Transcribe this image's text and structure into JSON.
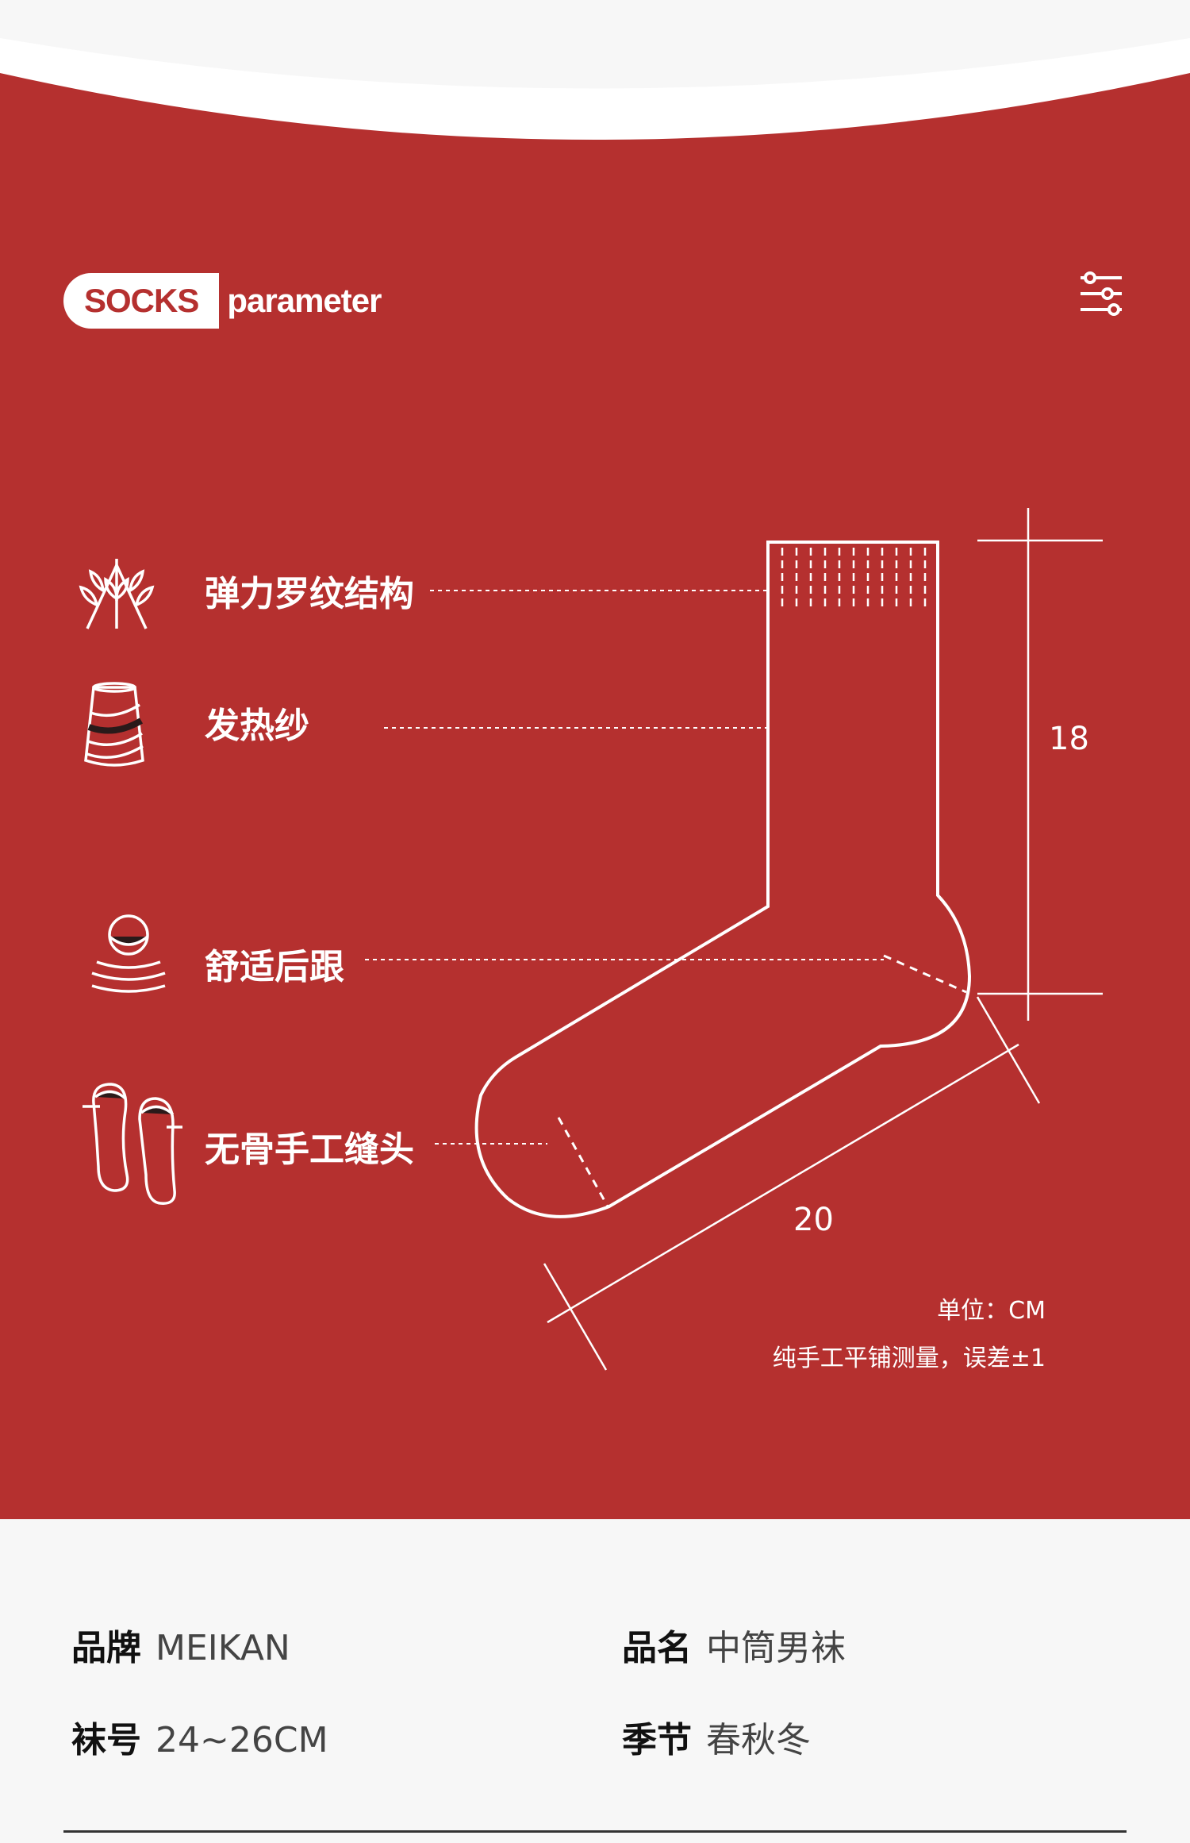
{
  "header": {
    "badge": "SOCKS",
    "badge_rest": "parameter"
  },
  "features": [
    {
      "label": "弹力罗纹结构",
      "icon": "wheat-icon"
    },
    {
      "label": "发热纱",
      "icon": "yarn-spool-icon"
    },
    {
      "label": "舒适后跟",
      "icon": "heel-cushion-icon"
    },
    {
      "label": "无骨手工缝头",
      "icon": "toe-seam-icon"
    }
  ],
  "dimensions": {
    "height": "18",
    "length": "20"
  },
  "notes": {
    "unit": "单位：CM",
    "measure": "纯手工平铺测量，误差±1"
  },
  "info": [
    {
      "key": "品牌",
      "value": "MEIKAN"
    },
    {
      "key": "品名",
      "value": "中筒男袜"
    },
    {
      "key": "袜号",
      "value": "24~26CM"
    },
    {
      "key": "季节",
      "value": "春秋冬"
    }
  ],
  "colors": {
    "accent": "#b5302f",
    "background": "#f7f7f7",
    "foreground": "#ffffff"
  }
}
